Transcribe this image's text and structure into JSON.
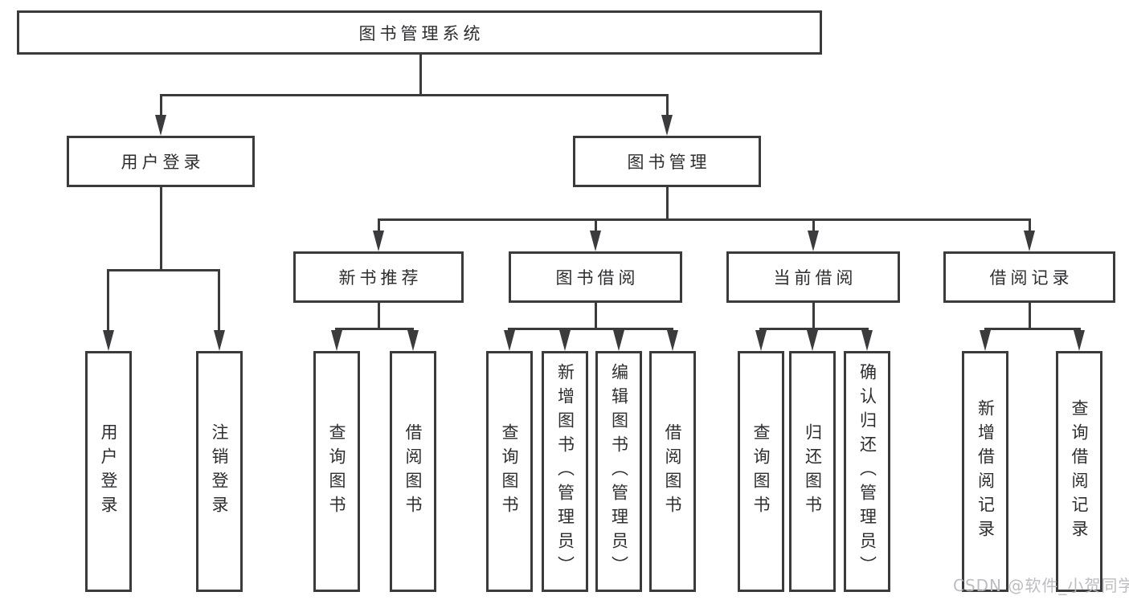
{
  "colors": {
    "line": "#3b3b3d",
    "text": "#2e2e30",
    "background": "#ffffff",
    "watermark": "#b8b8bc"
  },
  "watermark": {
    "text": "CSDN @软件_小贺同学"
  },
  "tree": {
    "root": {
      "label": "图书管理系统",
      "children": [
        {
          "label": "用户登录",
          "children": [
            {
              "label": "用户登录"
            },
            {
              "label": "注销登录"
            }
          ]
        },
        {
          "label": "图书管理",
          "children": [
            {
              "label": "新书推荐",
              "children": [
                {
                  "label": "查询图书"
                },
                {
                  "label": "借阅图书"
                }
              ]
            },
            {
              "label": "图书借阅",
              "children": [
                {
                  "label": "查询图书"
                },
                {
                  "label": "新增图书（管理员）"
                },
                {
                  "label": "编辑图书（管理员）"
                },
                {
                  "label": "借阅图书"
                }
              ]
            },
            {
              "label": "当前借阅",
              "children": [
                {
                  "label": "查询图书"
                },
                {
                  "label": "归还图书"
                },
                {
                  "label": "确认归还（管理员）"
                }
              ]
            },
            {
              "label": "借阅记录",
              "children": [
                {
                  "label": "新增借阅记录"
                },
                {
                  "label": "查询借阅记录"
                }
              ]
            }
          ]
        }
      ]
    }
  }
}
